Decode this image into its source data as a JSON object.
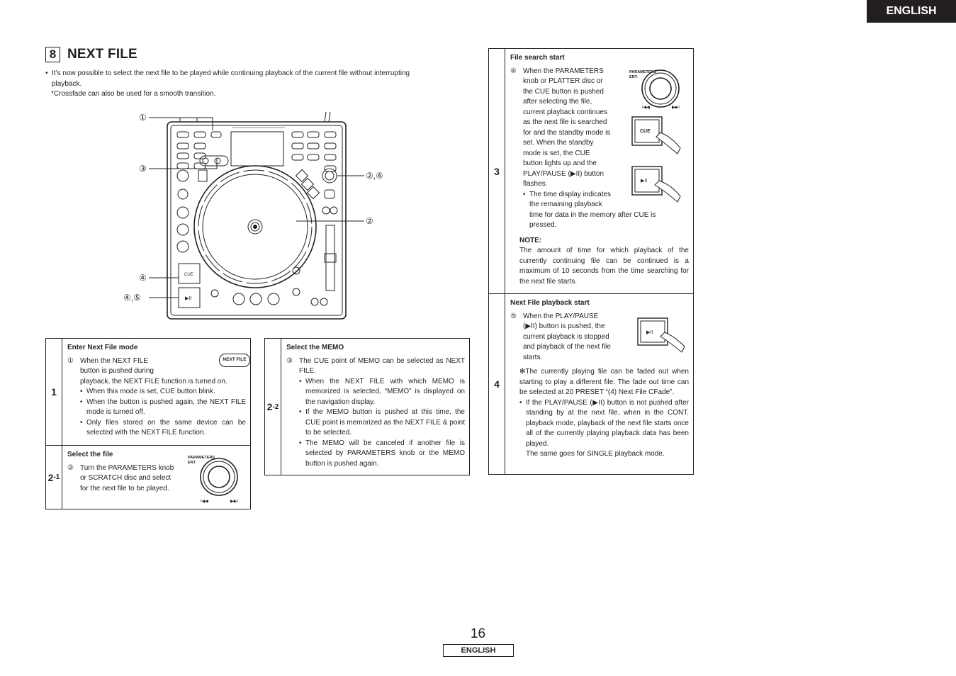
{
  "header": {
    "lang_tab": "ENGLISH"
  },
  "section": {
    "number": "8",
    "title": "NEXT FILE"
  },
  "intro": {
    "line1": "It’s now possible to select the next file to be played while continuing playback of the current file without interrupting",
    "line2": "playback.",
    "note": "*Crossfade can also be used for a smooth transition."
  },
  "figure": {
    "callouts": [
      "①",
      "③",
      "②,④",
      "②",
      "④",
      "④,⑤"
    ],
    "cue_label": "CUE"
  },
  "step1": {
    "num": "1",
    "title": "Enter Next File mode",
    "button_label": "NEXT FILE",
    "item_num": "①",
    "item_l1": "When the NEXT FILE",
    "item_l2": "button is pushed during",
    "item_l3": "playback, the NEXT FILE function is turned on.",
    "bullets": [
      "When this mode is set, CUE button blink.",
      "When the button is pushed again, the NEXT FILE mode is turned off.",
      "Only files stored on the same device can be selected with the NEXT FILE function."
    ]
  },
  "step21": {
    "num": "2",
    "sub": "-1",
    "title": "Select the file",
    "item_num": "②",
    "item_text": "Turn the PARAMETERS knob or SCRATCH disc and select for the next file to be played.",
    "knob_label": "PARAMETERS",
    "knob_sub": "ENT."
  },
  "step22": {
    "num": "2",
    "sub": "-2",
    "title": "Select the MEMO",
    "item_num": "③",
    "item_text": "The CUE point of MEMO can be selected as NEXT FILE.",
    "bullets": [
      "When the NEXT FILE with which MEMO is memorized is selected, “MEMO” is displayed on the navigation display.",
      "If the MEMO button is pushed at this time, the CUE point is memorized as the NEXT FILE & point to be selected.",
      "The MEMO will be canceled if another file is selected by PARAMETERS knob or the MEMO button is pushed again."
    ]
  },
  "step3": {
    "num": "3",
    "title": "File search start",
    "item_num": "④",
    "item_lines": [
      "When the PARAMETERS",
      "knob or PLATTER disc or",
      "the CUE button is pushed",
      "after selecting the file,",
      "current playback continues",
      "as the next file is searched",
      "for and the standby mode is",
      "set. When the standby",
      "mode is set, the CUE",
      "button lights up and the",
      "PLAY/PAUSE (▶II) button",
      "flashes."
    ],
    "bullet_lines": [
      "The time display indicates",
      "the remaining playback",
      "time for data in the memory after CUE is",
      "pressed."
    ],
    "note_title": "NOTE:",
    "note_text": "The amount of time for which playback of the currently continuing file can be continued is a maximum of 10 seconds from the time searching for the next file starts.",
    "knob_label": "PARAMETERS",
    "knob_sub": "ENT.",
    "cue_label": "CUE"
  },
  "step4": {
    "num": "4",
    "title": "Next File playback start",
    "item_num": "⑤",
    "item_lines": [
      "When the PLAY/PAUSE",
      "(▶II) button is pushed, the",
      "current playback is stopped",
      "and playback of the next file",
      "starts."
    ],
    "star_text": "✻The currently playing file can be faded out when starting to play a different file. The fade out time can be selected at 20 PRESET “(4) Next File CFade”.",
    "bullet_text": "If the PLAY/PAUSE (▶II) button is not pushed after standing by at the next file, when in the CONT. playback mode, playback of the next file starts once all of the currently playing playback data has been played.",
    "tail": "The same goes for SINGLE playback mode."
  },
  "footer": {
    "page": "16",
    "lang": "ENGLISH"
  }
}
